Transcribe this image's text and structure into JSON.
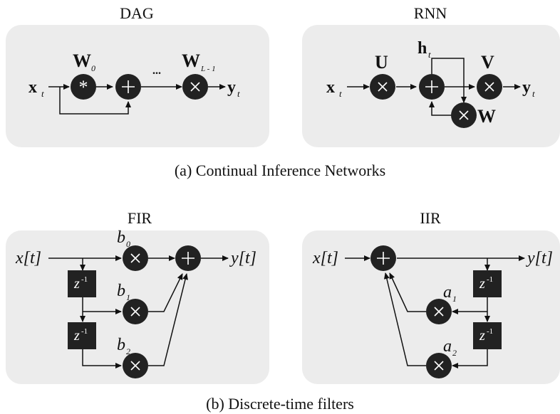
{
  "panels": {
    "dag": {
      "title": "DAG",
      "x_label": "x",
      "x_sub": "t",
      "w0_label": "W",
      "w0_sub": "0",
      "ellipsis": "...",
      "wl_label": "W",
      "wl_sub": "L - 1",
      "y_label": "y",
      "y_sub": "t"
    },
    "rnn": {
      "title": "RNN",
      "x_label": "x",
      "x_sub": "t",
      "u_label": "U",
      "h_label": "h",
      "h_sub": "t",
      "v_label": "V",
      "w_label": "W",
      "y_label": "y",
      "y_sub": "t"
    },
    "fir": {
      "title": "FIR",
      "in_label": "x[t]",
      "out_label": "y[t]",
      "b0": "b",
      "b0_sub": "0",
      "b1": "b",
      "b1_sub": "1",
      "b2": "b",
      "b2_sub": "2",
      "delay": "z",
      "delay_sup": "-1"
    },
    "iir": {
      "title": "IIR",
      "in_label": "x[t]",
      "out_label": "y[t]",
      "a1": "a",
      "a1_sub": "1",
      "a2": "a",
      "a2_sub": "2",
      "delay": "z",
      "delay_sup": "-1"
    }
  },
  "captions": {
    "top": "(a) Continual Inference Networks",
    "bottom": "(b) Discrete-time filters"
  },
  "colors": {
    "panel": "#ececec",
    "node": "#222222"
  }
}
